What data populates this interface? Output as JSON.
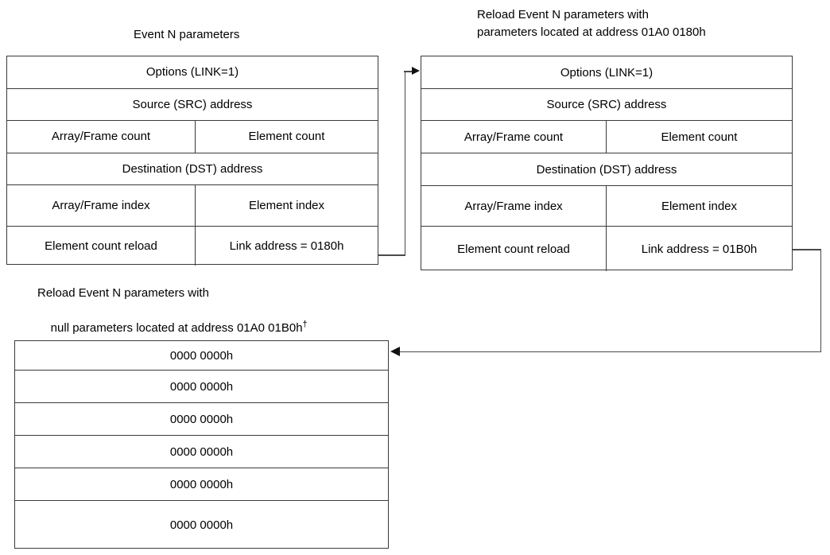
{
  "diagram": {
    "title_left": "Event N parameters",
    "title_right_line1": "Reload Event N parameters with",
    "title_right_line2": "parameters located at address 01A0 0180h",
    "title_bottom_line1": "Reload Event N parameters with",
    "title_bottom_line2_prefix": "null parameters located at address 01A0 01B0h",
    "title_bottom_line2_marker": "†"
  },
  "table_left": {
    "name": "Event N parameters",
    "rows": [
      {
        "type": "full",
        "cells": [
          "Options (LINK=1)"
        ]
      },
      {
        "type": "full",
        "cells": [
          "Source (SRC) address"
        ]
      },
      {
        "type": "split",
        "cells": [
          "Array/Frame count",
          "Element  count"
        ]
      },
      {
        "type": "full",
        "cells": [
          "Destination (DST) address"
        ]
      },
      {
        "type": "split",
        "cells": [
          "Array/Frame index",
          "Element  index"
        ]
      },
      {
        "type": "split",
        "cells": [
          "Element count reload",
          "Link address =  0180h"
        ]
      }
    ]
  },
  "table_right": {
    "name": "Reload Event N parameters at 01A0 0180h",
    "rows": [
      {
        "type": "full",
        "cells": [
          "Options (LINK=1)"
        ]
      },
      {
        "type": "full",
        "cells": [
          "Source (SRC) address"
        ]
      },
      {
        "type": "split",
        "cells": [
          "Array/Frame count",
          "Element  count"
        ]
      },
      {
        "type": "full",
        "cells": [
          "Destination (DST) address"
        ]
      },
      {
        "type": "split",
        "cells": [
          "Array/Frame index",
          "Element  index"
        ]
      },
      {
        "type": "split",
        "cells": [
          "Element count reload",
          "Link address =  01B0h"
        ]
      }
    ]
  },
  "table_bottom": {
    "name": "Null reload parameters at 01A0 01B0h",
    "rows": [
      {
        "type": "full",
        "cells": [
          "0000 0000h"
        ]
      },
      {
        "type": "full",
        "cells": [
          "0000 0000h"
        ]
      },
      {
        "type": "full",
        "cells": [
          "0000 0000h"
        ]
      },
      {
        "type": "full",
        "cells": [
          "0000 0000h"
        ]
      },
      {
        "type": "full",
        "cells": [
          "0000 0000h"
        ]
      },
      {
        "type": "full",
        "cells": [
          "0000 0000h"
        ]
      }
    ]
  }
}
